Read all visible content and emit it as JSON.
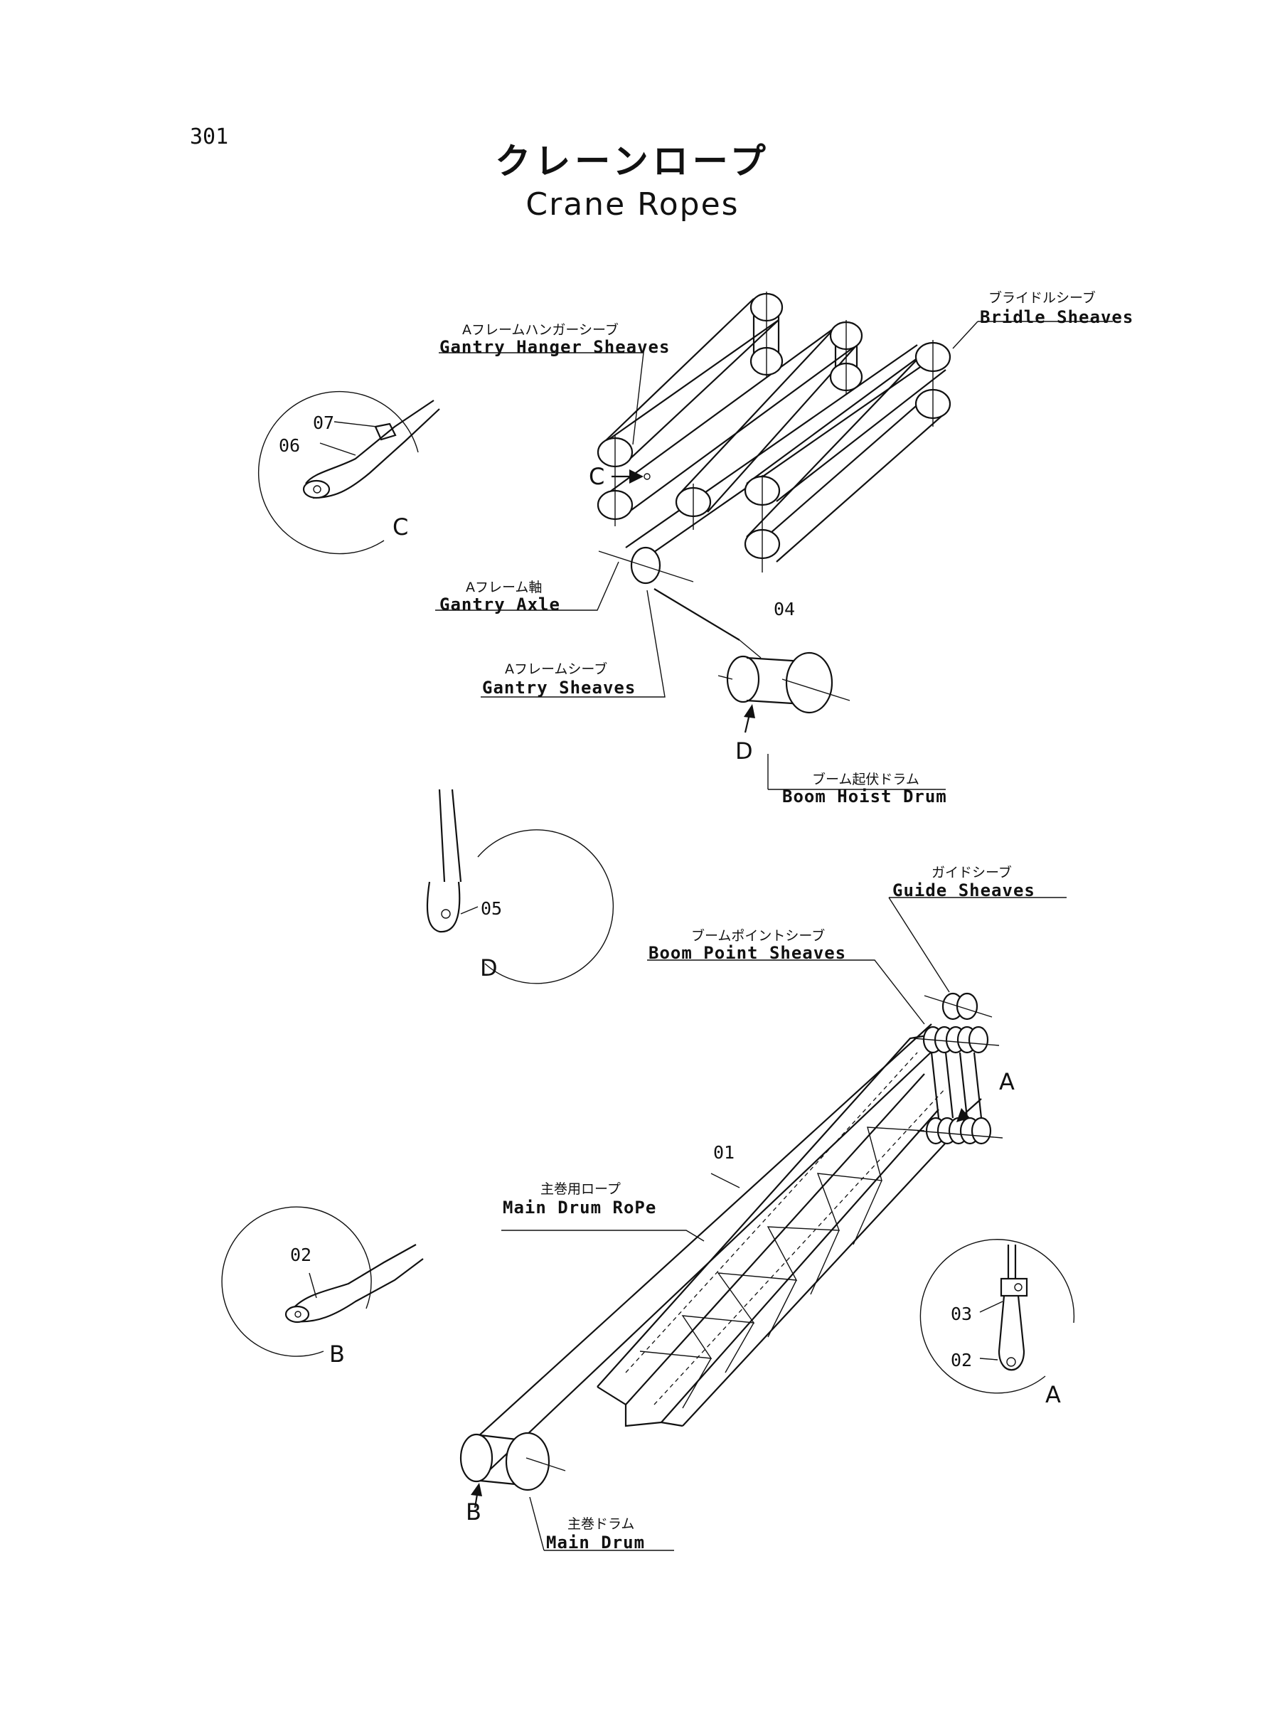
{
  "page_number": "301",
  "title_jp": "クレーンロープ",
  "title_en": "Crane Ropes",
  "labels": {
    "bridle_sheaves_jp": "ブライドルシーブ",
    "bridle_sheaves_en": "Bridle Sheaves",
    "gantry_hanger_jp": "Aフレームハンガーシーブ",
    "gantry_hanger_en": "Gantry Hanger Sheaves",
    "gantry_axle_jp": "Aフレーム軸",
    "gantry_axle_en": "Gantry Axle",
    "gantry_sheaves_jp": "Aフレームシーブ",
    "gantry_sheaves_en": "Gantry Sheaves",
    "boom_hoist_drum_jp": "ブーム起伏ドラム",
    "boom_hoist_drum_en": "Boom Hoist Drum",
    "guide_sheaves_jp": "ガイドシーブ",
    "guide_sheaves_en": "Guide Sheaves",
    "boom_point_jp": "ブームポイントシーブ",
    "boom_point_en": "Boom Point Sheaves",
    "main_drum_rope_jp": "主巻用ロープ",
    "main_drum_rope_en": "Main Drum RoPe",
    "main_drum_jp": "主巻ドラム",
    "main_drum_en": "Main Drum"
  },
  "part_numbers": {
    "p01": "01",
    "p02": "02",
    "p03": "03",
    "p04": "04",
    "p05": "05",
    "p06": "06",
    "p07": "07"
  },
  "view_markers": {
    "a": "A",
    "b": "B",
    "c": "C",
    "d": "D"
  }
}
